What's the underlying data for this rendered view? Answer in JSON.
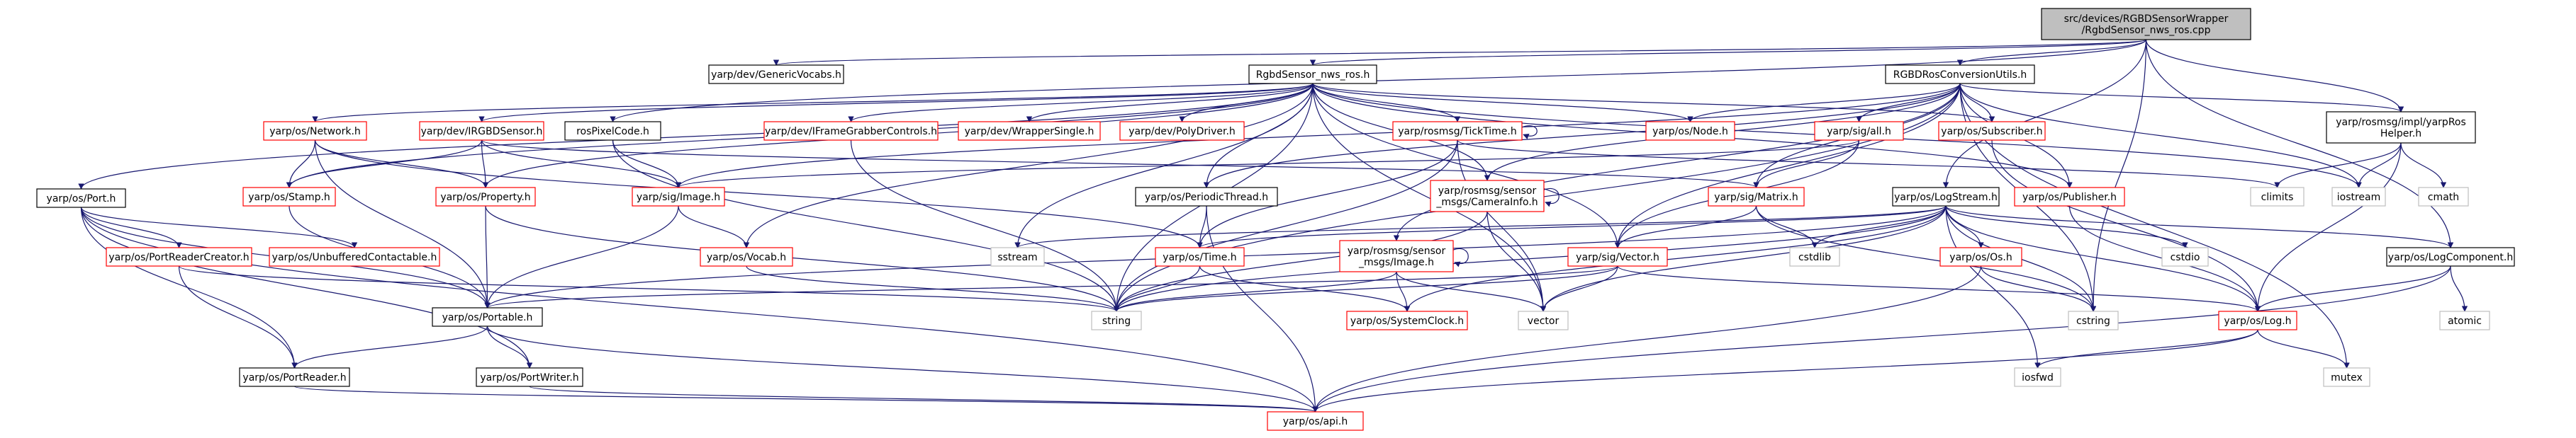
{
  "nodes": [
    {
      "id": "root",
      "lines": [
        "src/devices/RGBDSensorWrapper",
        "/RgbdSensor_nws_ros.cpp"
      ],
      "kind": "root"
    },
    {
      "id": "genvoc",
      "lines": [
        "yarp/dev/GenericVocabs.h"
      ],
      "kind": "normal"
    },
    {
      "id": "rsh",
      "lines": [
        "RgbdSensor_nws_ros.h"
      ],
      "kind": "normal"
    },
    {
      "id": "rgbdconv",
      "lines": [
        "RGBDRosConversionUtils.h"
      ],
      "kind": "normal"
    },
    {
      "id": "roshelper",
      "lines": [
        "yarp/rosmsg/impl/yarpRos",
        "Helper.h"
      ],
      "kind": "normal"
    },
    {
      "id": "portH",
      "lines": [
        "yarp/os/Port.h"
      ],
      "kind": "normal"
    },
    {
      "id": "networkH",
      "lines": [
        "yarp/os/Network.h"
      ],
      "kind": "red"
    },
    {
      "id": "irgbd",
      "lines": [
        "yarp/dev/IRGBDSensor.h"
      ],
      "kind": "red"
    },
    {
      "id": "rospix",
      "lines": [
        "rosPixelCode.h"
      ],
      "kind": "normal"
    },
    {
      "id": "iframe",
      "lines": [
        "yarp/dev/IFrameGrabberControls.h"
      ],
      "kind": "red"
    },
    {
      "id": "wrapsingle",
      "lines": [
        "yarp/dev/WrapperSingle.h"
      ],
      "kind": "red"
    },
    {
      "id": "polydrv",
      "lines": [
        "yarp/dev/PolyDriver.h"
      ],
      "kind": "red"
    },
    {
      "id": "ticktime",
      "lines": [
        "yarp/rosmsg/TickTime.h"
      ],
      "kind": "red"
    },
    {
      "id": "nodeH",
      "lines": [
        "yarp/os/Node.h"
      ],
      "kind": "red"
    },
    {
      "id": "sigall",
      "lines": [
        "yarp/sig/all.h"
      ],
      "kind": "red"
    },
    {
      "id": "subscr",
      "lines": [
        "yarp/os/Subscriber.h"
      ],
      "kind": "red"
    },
    {
      "id": "stampH",
      "lines": [
        "yarp/os/Stamp.h"
      ],
      "kind": "red"
    },
    {
      "id": "propH",
      "lines": [
        "yarp/os/Property.h"
      ],
      "kind": "red"
    },
    {
      "id": "imageH",
      "lines": [
        "yarp/sig/Image.h"
      ],
      "kind": "red"
    },
    {
      "id": "periodic",
      "lines": [
        "yarp/os/PeriodicThread.h"
      ],
      "kind": "normal"
    },
    {
      "id": "caminfo",
      "lines": [
        "yarp/rosmsg/sensor",
        "_msgs/CameraInfo.h"
      ],
      "kind": "red"
    },
    {
      "id": "matrixH",
      "lines": [
        "yarp/sig/Matrix.h"
      ],
      "kind": "red"
    },
    {
      "id": "publisher",
      "lines": [
        "yarp/os/Publisher.h"
      ],
      "kind": "red"
    },
    {
      "id": "logstream",
      "lines": [
        "yarp/os/LogStream.h"
      ],
      "kind": "normal"
    },
    {
      "id": "climits",
      "lines": [
        "climits"
      ],
      "kind": "gray"
    },
    {
      "id": "iostream",
      "lines": [
        "iostream"
      ],
      "kind": "gray"
    },
    {
      "id": "cmath",
      "lines": [
        "cmath"
      ],
      "kind": "gray"
    },
    {
      "id": "portreadercreator",
      "lines": [
        "yarp/os/PortReaderCreator.h"
      ],
      "kind": "red"
    },
    {
      "id": "unbuffered",
      "lines": [
        "yarp/os/UnbufferedContactable.h"
      ],
      "kind": "red"
    },
    {
      "id": "vocabH",
      "lines": [
        "yarp/os/Vocab.h"
      ],
      "kind": "red"
    },
    {
      "id": "sstream",
      "lines": [
        "sstream"
      ],
      "kind": "gray"
    },
    {
      "id": "timeH",
      "lines": [
        "yarp/os/Time.h"
      ],
      "kind": "red"
    },
    {
      "id": "rosimage",
      "lines": [
        "yarp/rosmsg/sensor",
        "_msgs/Image.h"
      ],
      "kind": "red"
    },
    {
      "id": "vectorH",
      "lines": [
        "yarp/sig/Vector.h"
      ],
      "kind": "red"
    },
    {
      "id": "cstdlib",
      "lines": [
        "cstdlib"
      ],
      "kind": "gray"
    },
    {
      "id": "osH",
      "lines": [
        "yarp/os/Os.h"
      ],
      "kind": "red"
    },
    {
      "id": "cstdio",
      "lines": [
        "cstdio"
      ],
      "kind": "gray"
    },
    {
      "id": "logcomp",
      "lines": [
        "yarp/os/LogComponent.h"
      ],
      "kind": "normal"
    },
    {
      "id": "portable",
      "lines": [
        "yarp/os/Portable.h"
      ],
      "kind": "normal"
    },
    {
      "id": "string",
      "lines": [
        "string"
      ],
      "kind": "gray"
    },
    {
      "id": "sysclock",
      "lines": [
        "yarp/os/SystemClock.h"
      ],
      "kind": "red"
    },
    {
      "id": "vector",
      "lines": [
        "vector"
      ],
      "kind": "gray"
    },
    {
      "id": "cstring",
      "lines": [
        "cstring"
      ],
      "kind": "gray"
    },
    {
      "id": "logH",
      "lines": [
        "yarp/os/Log.h"
      ],
      "kind": "red"
    },
    {
      "id": "atomic",
      "lines": [
        "atomic"
      ],
      "kind": "gray"
    },
    {
      "id": "portreader",
      "lines": [
        "yarp/os/PortReader.h"
      ],
      "kind": "normal"
    },
    {
      "id": "portwriter",
      "lines": [
        "yarp/os/PortWriter.h"
      ],
      "kind": "normal"
    },
    {
      "id": "iosfwd",
      "lines": [
        "iosfwd"
      ],
      "kind": "gray"
    },
    {
      "id": "mutex",
      "lines": [
        "mutex"
      ],
      "kind": "gray"
    },
    {
      "id": "apiH",
      "lines": [
        "yarp/os/api.h"
      ],
      "kind": "red"
    }
  ],
  "edges": [
    [
      "root",
      "genvoc"
    ],
    [
      "root",
      "rsh"
    ],
    [
      "root",
      "rgbdconv"
    ],
    [
      "root",
      "roshelper"
    ],
    [
      "root",
      "rospix"
    ],
    [
      "root",
      "logstream"
    ],
    [
      "root",
      "logcomp"
    ],
    [
      "root",
      "cstring"
    ],
    [
      "rsh",
      "portH"
    ],
    [
      "rsh",
      "networkH"
    ],
    [
      "rsh",
      "irgbd"
    ],
    [
      "rsh",
      "iframe"
    ],
    [
      "rsh",
      "wrapsingle"
    ],
    [
      "rsh",
      "polydrv"
    ],
    [
      "rsh",
      "ticktime"
    ],
    [
      "rsh",
      "nodeH"
    ],
    [
      "rsh",
      "subscr"
    ],
    [
      "rsh",
      "stampH"
    ],
    [
      "rsh",
      "propH"
    ],
    [
      "rsh",
      "periodic"
    ],
    [
      "rsh",
      "caminfo"
    ],
    [
      "rsh",
      "publisher"
    ],
    [
      "rsh",
      "vocabH"
    ],
    [
      "rsh",
      "sstream"
    ],
    [
      "rsh",
      "string"
    ],
    [
      "rsh",
      "vector"
    ],
    [
      "rsh",
      "iostream"
    ],
    [
      "rsh",
      "vectorH"
    ],
    [
      "rgbdconv",
      "imageH"
    ],
    [
      "rgbdconv",
      "sigall"
    ],
    [
      "rgbdconv",
      "caminfo"
    ],
    [
      "rgbdconv",
      "rosimage"
    ],
    [
      "rgbdconv",
      "nodeH"
    ],
    [
      "rgbdconv",
      "subscr"
    ],
    [
      "rgbdconv",
      "publisher"
    ],
    [
      "rgbdconv",
      "periodic"
    ],
    [
      "rgbdconv",
      "matrixH"
    ],
    [
      "rgbdconv",
      "vectorH"
    ],
    [
      "rgbdconv",
      "iostream"
    ],
    [
      "rgbdconv",
      "string"
    ],
    [
      "rgbdconv",
      "roshelper"
    ],
    [
      "rgbdconv",
      "mutex"
    ],
    [
      "rgbdconv",
      "cstring"
    ],
    [
      "roshelper",
      "climits"
    ],
    [
      "roshelper",
      "iostream"
    ],
    [
      "roshelper",
      "cmath"
    ],
    [
      "roshelper",
      "logH"
    ],
    [
      "networkH",
      "stampH"
    ],
    [
      "networkH",
      "propH"
    ],
    [
      "networkH",
      "portable"
    ],
    [
      "networkH",
      "timeH"
    ],
    [
      "irgbd",
      "propH"
    ],
    [
      "irgbd",
      "imageH"
    ],
    [
      "irgbd",
      "matrixH"
    ],
    [
      "irgbd",
      "stampH"
    ],
    [
      "rospix",
      "imageH"
    ],
    [
      "rospix",
      "string"
    ],
    [
      "iframe",
      "string"
    ],
    [
      "ticktime",
      "ticktime"
    ],
    [
      "ticktime",
      "timeH"
    ],
    [
      "ticktime",
      "string"
    ],
    [
      "ticktime",
      "vector"
    ],
    [
      "ticktime",
      "climits"
    ],
    [
      "caminfo",
      "caminfo"
    ],
    [
      "caminfo",
      "string"
    ],
    [
      "caminfo",
      "vector"
    ],
    [
      "rosimage",
      "rosimage"
    ],
    [
      "rosimage",
      "vector"
    ],
    [
      "rosimage",
      "string"
    ],
    [
      "rosimage",
      "sysclock"
    ],
    [
      "sigall",
      "imageH"
    ],
    [
      "sigall",
      "matrixH"
    ],
    [
      "sigall",
      "vectorH"
    ],
    [
      "subscr",
      "logH"
    ],
    [
      "publisher",
      "logH"
    ],
    [
      "stampH",
      "portable"
    ],
    [
      "propH",
      "portable"
    ],
    [
      "propH",
      "string"
    ],
    [
      "imageH",
      "portable"
    ],
    [
      "imageH",
      "vocabH"
    ],
    [
      "periodic",
      "timeH"
    ],
    [
      "periodic",
      "apiH"
    ],
    [
      "matrixH",
      "vectorH"
    ],
    [
      "matrixH",
      "cstdlib"
    ],
    [
      "matrixH",
      "cstring"
    ],
    [
      "vectorH",
      "portable"
    ],
    [
      "vectorH",
      "string"
    ],
    [
      "vectorH",
      "vector"
    ],
    [
      "vectorH",
      "logH"
    ],
    [
      "logstream",
      "sstream"
    ],
    [
      "logstream",
      "timeH"
    ],
    [
      "logstream",
      "osH"
    ],
    [
      "logstream",
      "cstdlib"
    ],
    [
      "logstream",
      "cstdio"
    ],
    [
      "logstream",
      "string"
    ],
    [
      "logstream",
      "vector"
    ],
    [
      "logstream",
      "iosfwd"
    ],
    [
      "logstream",
      "logH"
    ],
    [
      "logstream",
      "logcomp"
    ],
    [
      "logstream",
      "cstring"
    ],
    [
      "logstream",
      "sysclock"
    ],
    [
      "logstream",
      "portable"
    ],
    [
      "logcomp",
      "logH"
    ],
    [
      "logcomp",
      "atomic"
    ],
    [
      "logcomp",
      "apiH"
    ],
    [
      "osH",
      "cstring"
    ],
    [
      "osH",
      "apiH"
    ],
    [
      "timeH",
      "string"
    ],
    [
      "timeH",
      "sysclock"
    ],
    [
      "vocabH",
      "string"
    ],
    [
      "portH",
      "portreadercreator"
    ],
    [
      "portH",
      "unbuffered"
    ],
    [
      "portH",
      "portable"
    ],
    [
      "portH",
      "portreader"
    ],
    [
      "portH",
      "portwriter"
    ],
    [
      "portH",
      "apiH"
    ],
    [
      "portreadercreator",
      "portreader"
    ],
    [
      "portreadercreator",
      "string"
    ],
    [
      "portable",
      "portreader"
    ],
    [
      "portable",
      "portwriter"
    ],
    [
      "portable",
      "apiH"
    ],
    [
      "portreader",
      "apiH"
    ],
    [
      "portwriter",
      "apiH"
    ],
    [
      "logH",
      "iosfwd"
    ],
    [
      "logH",
      "mutex"
    ],
    [
      "logH",
      "apiH"
    ]
  ]
}
